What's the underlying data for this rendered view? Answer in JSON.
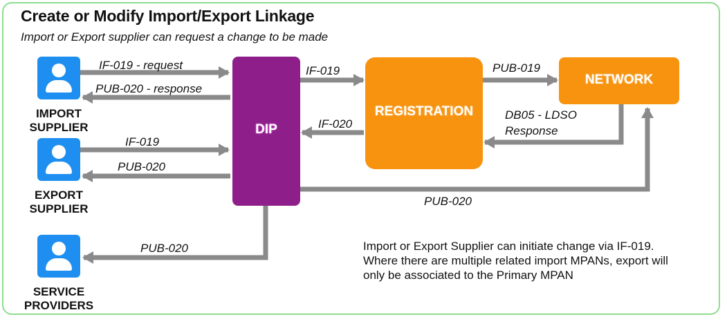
{
  "title": "Create or Modify Import/Export Linkage",
  "subtitle": "Import or Export supplier can request a change to be made",
  "actors": {
    "import_supplier": "IMPORT\nSUPPLIER",
    "export_supplier": "EXPORT\nSUPPLIER",
    "service_providers": "SERVICE\nPROVIDERS"
  },
  "boxes": {
    "dip": "DIP",
    "registration": "REGISTRATION",
    "network": "NETWORK"
  },
  "flows": {
    "import_request": "IF-019 - request",
    "import_response": "PUB-020 - response",
    "export_request": "IF-019",
    "export_response": "PUB-020",
    "dip_to_registration": "IF-019",
    "registration_to_dip": "IF-020",
    "registration_to_network": "PUB-019",
    "network_response_line1": "DB05 - LDSO",
    "network_response_line2": "Response",
    "dip_to_network": "PUB-020",
    "dip_to_service_providers": "PUB-020"
  },
  "note": "Import or Export Supplier can initiate change via IF-019. Where there are multiple related import MPANs, export will only be associated to the Primary MPAN",
  "colors": {
    "frame": "#8fdc8f",
    "actor": "#1e8ff0",
    "dip": "#8e1f8a",
    "registration": "#f7930f",
    "network": "#f7930f",
    "arrow": "#8a8a8a"
  }
}
